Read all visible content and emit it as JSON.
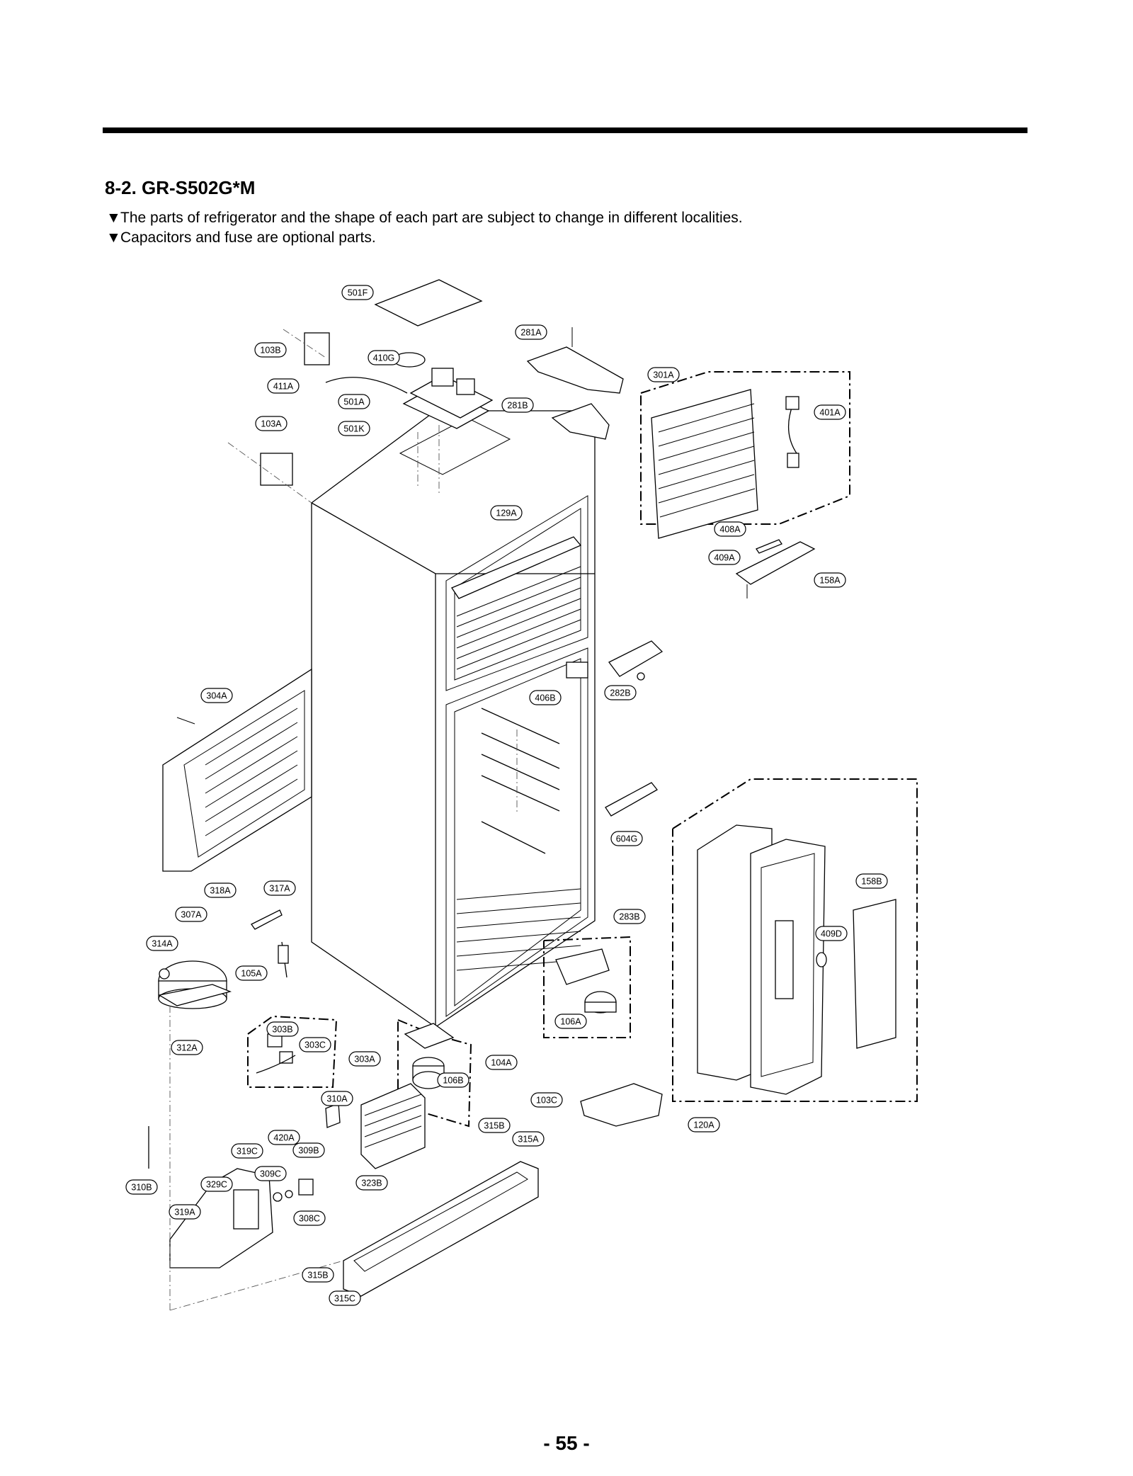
{
  "section": {
    "title": "8-2. GR-S502G*M"
  },
  "notes": [
    "The parts of refrigerator and the shape of each part are subject to change in different localities.",
    "Capacitors and fuse are optional parts."
  ],
  "note_bullet": "▼",
  "page_number": "- 55 -",
  "diagram": {
    "part_labels": [
      "501F",
      "281A",
      "103B",
      "410G",
      "411A",
      "501A",
      "281B",
      "301A",
      "401A",
      "103A",
      "501K",
      "129A",
      "408A",
      "409A",
      "158A",
      "304A",
      "406B",
      "282B",
      "604G",
      "158B",
      "409D",
      "318A",
      "317A",
      "307A",
      "283B",
      "314A",
      "105A",
      "106A",
      "303B",
      "303C",
      "312A",
      "303A",
      "104A",
      "106B",
      "310A",
      "103C",
      "120A",
      "315B",
      "315A",
      "420A",
      "319C",
      "309B",
      "309C",
      "323B",
      "310B",
      "329C",
      "319A",
      "308C",
      "315B",
      "315C"
    ]
  }
}
